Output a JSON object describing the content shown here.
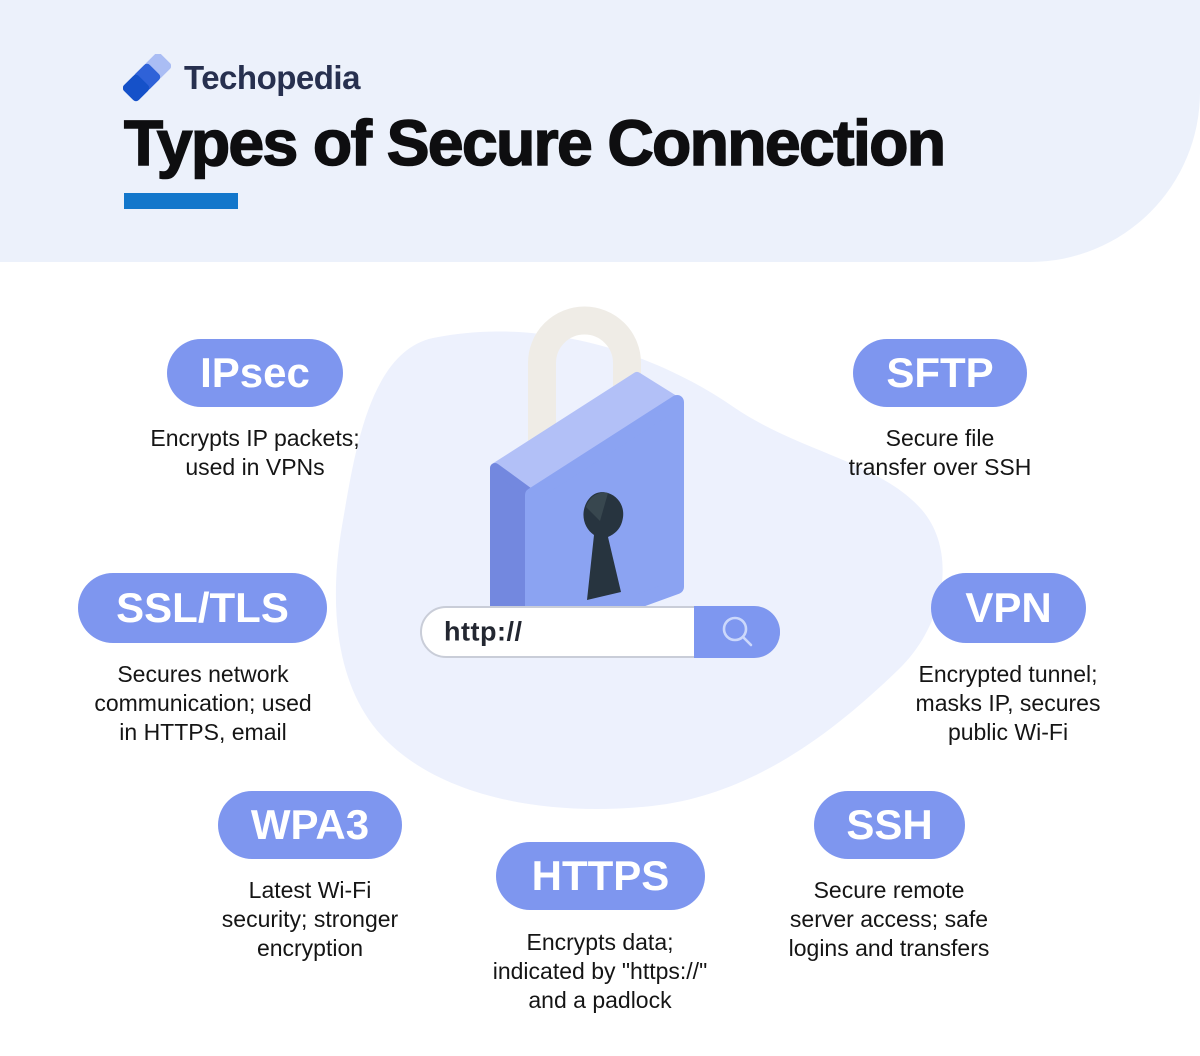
{
  "brand": {
    "name": "Techopedia"
  },
  "header": {
    "title": "Types of Secure Connection"
  },
  "illustration": {
    "address_text": "http://"
  },
  "items": [
    {
      "id": "ipsec",
      "label": "IPsec",
      "lines": [
        "Encrypts IP packets;",
        "used in VPNs"
      ]
    },
    {
      "id": "sftp",
      "label": "SFTP",
      "lines": [
        "Secure file",
        "transfer over SSH"
      ]
    },
    {
      "id": "ssltls",
      "label": "SSL/TLS",
      "lines": [
        "Secures network",
        "communication; used",
        "in HTTPS, email"
      ]
    },
    {
      "id": "vpn",
      "label": "VPN",
      "lines": [
        "Encrypted tunnel;",
        "masks IP, secures",
        "public Wi-Fi"
      ]
    },
    {
      "id": "wpa3",
      "label": "WPA3",
      "lines": [
        "Latest Wi-Fi",
        "security; stronger",
        "encryption"
      ]
    },
    {
      "id": "https",
      "label": "HTTPS",
      "lines": [
        "Encrypts data;",
        "indicated by \"https://\"",
        "and a padlock"
      ]
    },
    {
      "id": "ssh",
      "label": "SSH",
      "lines": [
        "Secure remote",
        "server access; safe",
        "logins and transfers"
      ]
    }
  ],
  "colors": {
    "header_band": "#ecf1fb",
    "brand_blue": "#1377cb",
    "wordmark_navy": "#27304f",
    "pill_blue": "#7e96ef",
    "blob_light": "#edf1fd",
    "lock_front": "#8ba3f2",
    "lock_side": "#7388df",
    "lock_top": "#b2c0f7",
    "shackle": "#efece6",
    "keyhole": "#27343f",
    "search_button": "#7e97f0",
    "text_dark": "#151515"
  }
}
